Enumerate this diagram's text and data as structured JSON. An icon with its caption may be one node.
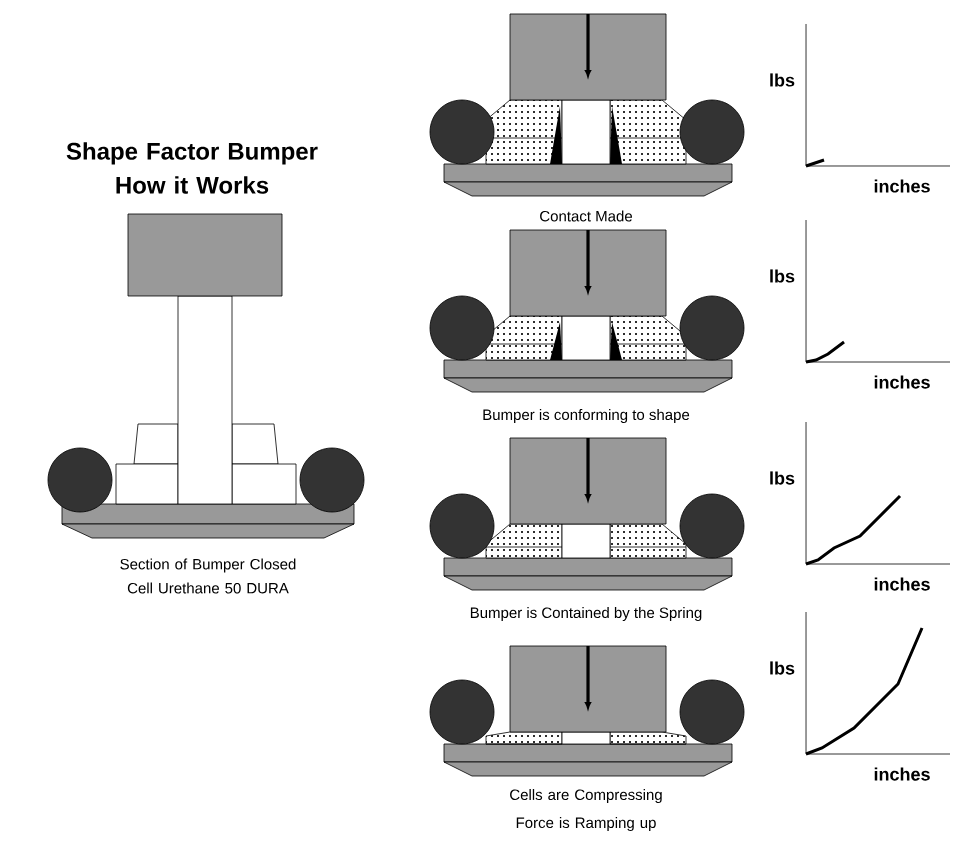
{
  "diagram": {
    "title": "Shape Factor Bumper How it Works",
    "labels": [
      "lbs",
      "inches",
      "Contact Made",
      "lbs",
      "inches",
      "Bumper is conforming to shape",
      "Section of Bumper Closed Cell Urethane 50 DURA",
      "lbs",
      "inches",
      "Bumper is Contained by the Spring",
      "lbs",
      "inches",
      "Cells are Compressing Force is Ramping up"
    ]
  }
}
